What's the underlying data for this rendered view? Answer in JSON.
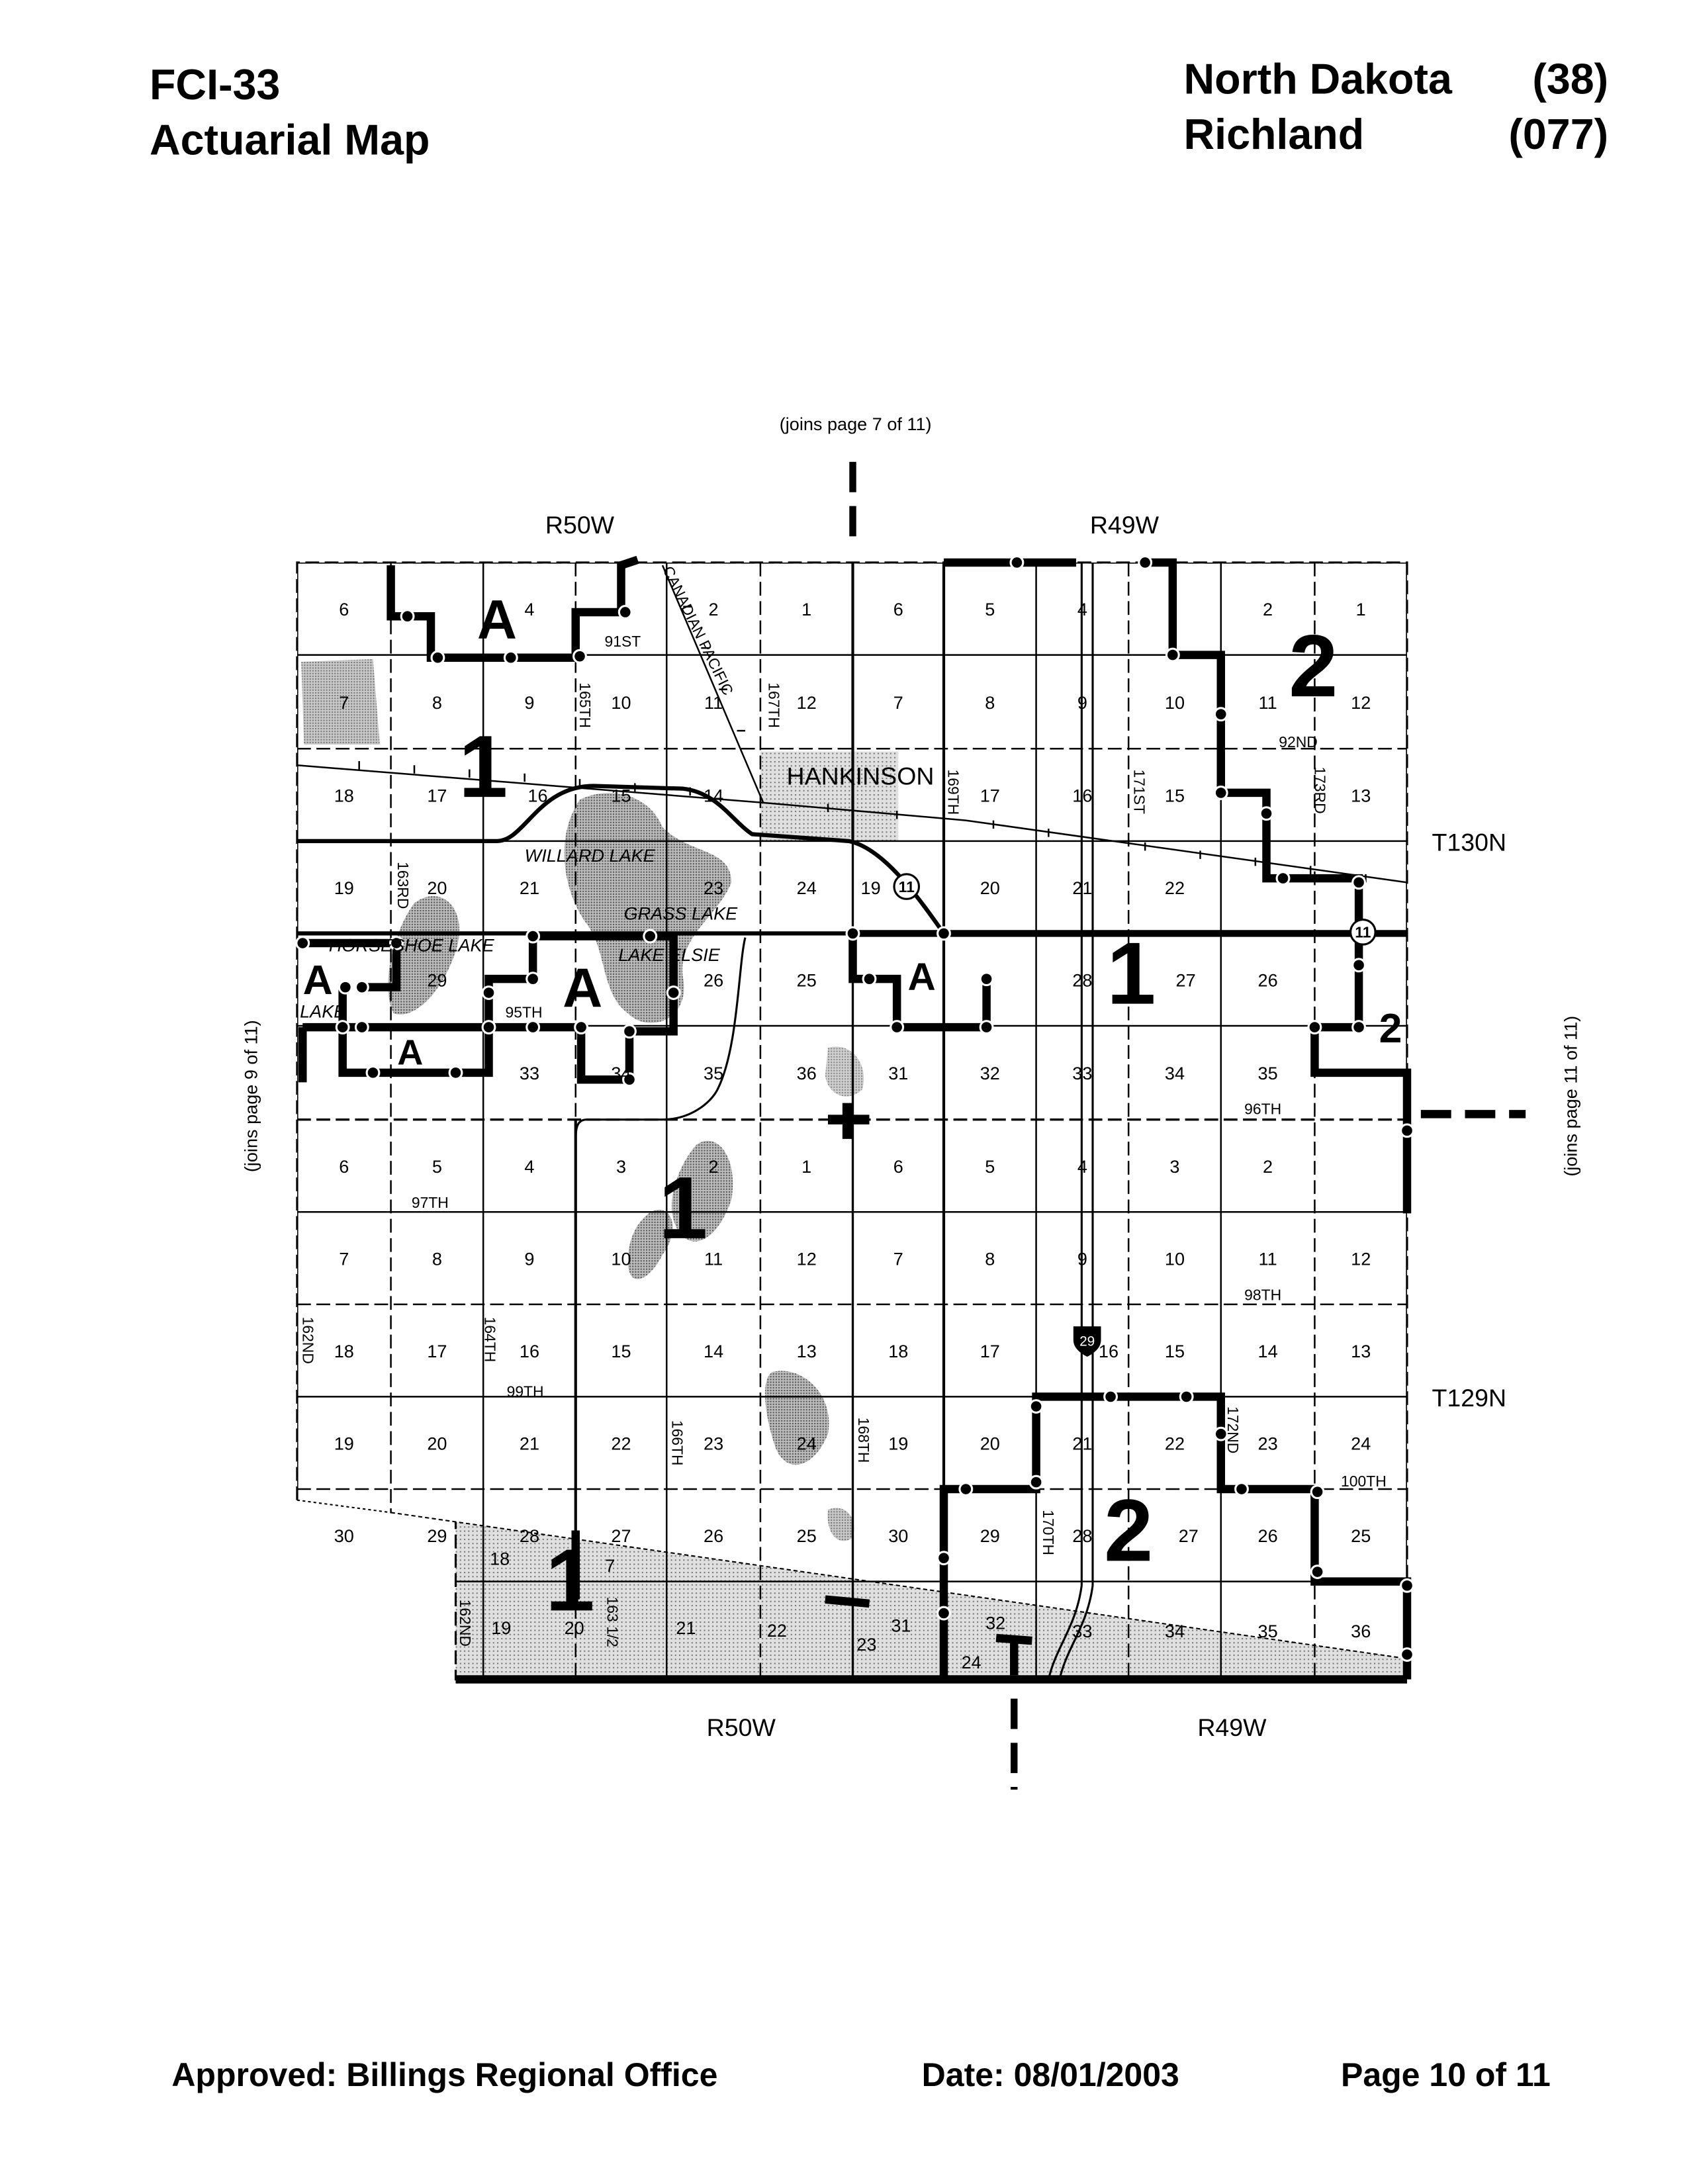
{
  "header": {
    "form_id": "FCI-33",
    "map_type": "Actuarial Map",
    "state": "North Dakota",
    "state_code": "(38)",
    "county": "Richland",
    "county_code": "(077)"
  },
  "joins": {
    "top": "(joins page 7 of 11)",
    "left": "(joins page 9 of 11)",
    "right": "(joins page 11 of 11)"
  },
  "ranges": {
    "top_left": "R50W",
    "top_right": "R49W",
    "bottom_left": "R50W",
    "bottom_right": "R49W"
  },
  "townships": {
    "north": "T130N",
    "south": "T129N"
  },
  "sections": [
    [
      "6",
      "",
      "4",
      "",
      "2",
      "1",
      "6",
      "5",
      "4",
      "",
      "2",
      "1"
    ],
    [
      "7",
      "8",
      "9",
      "10",
      "11",
      "12",
      "7",
      "8",
      "9",
      "10",
      "11",
      "12"
    ],
    [
      "18",
      "17",
      "16",
      "15",
      "14",
      "",
      "",
      "17",
      "16",
      "15",
      "",
      "13"
    ],
    [
      "19",
      "20",
      "21",
      "",
      "23",
      "24",
      "19",
      "20",
      "21",
      "22",
      "",
      ""
    ],
    [
      "",
      "29",
      "",
      "",
      "26",
      "25",
      "",
      "",
      "28",
      "27",
      "26",
      ""
    ],
    [
      "",
      "",
      "33",
      "34",
      "35",
      "36",
      "31",
      "32",
      "33",
      "34",
      "35",
      ""
    ],
    [
      "6",
      "5",
      "4",
      "3",
      "2",
      "1",
      "6",
      "5",
      "4",
      "3",
      "2",
      ""
    ],
    [
      "7",
      "8",
      "9",
      "10",
      "11",
      "12",
      "7",
      "8",
      "9",
      "10",
      "11",
      "12"
    ],
    [
      "18",
      "17",
      "16",
      "15",
      "14",
      "13",
      "18",
      "17",
      "16",
      "15",
      "14",
      "13"
    ],
    [
      "19",
      "20",
      "21",
      "22",
      "23",
      "24",
      "19",
      "20",
      "21",
      "22",
      "23",
      "24"
    ],
    [
      "30",
      "29",
      "28",
      "27",
      "26",
      "25",
      "30",
      "29",
      "28",
      "27",
      "26",
      "25"
    ],
    [
      "",
      "",
      "",
      "",
      "",
      "",
      "31",
      "32",
      "33",
      "34",
      "35",
      "36"
    ]
  ],
  "south_sections": [
    "18",
    "7",
    "19",
    "20",
    "21",
    "22",
    "23",
    "24"
  ],
  "roads": {
    "r91st": "91ST",
    "r165th": "165TH",
    "r167th": "167TH",
    "r169th": "169TH",
    "r171st": "171ST",
    "r92nd": "92ND",
    "r173rd": "173RD",
    "r163rd": "163RD",
    "r95th": "95TH",
    "r96th": "96TH",
    "r97th": "97TH",
    "r98th": "98TH",
    "r162nd": "162ND",
    "r164th": "164TH",
    "r99th": "99TH",
    "r166th": "166TH",
    "r168th": "168TH",
    "r172nd": "172ND",
    "r100th": "100TH",
    "r170th": "170TH",
    "r162nd_s": "162ND",
    "r163half": "163 1/2"
  },
  "railroad": "CANADIAN PACIFIC",
  "town": "HANKINSON",
  "lakes": {
    "willard": "WILLARD LAKE",
    "grass": "GRASS LAKE",
    "horseshoe": "HORSESHOE LAKE",
    "elsie": "LAKE ELSIE",
    "lake": "LAKE"
  },
  "shields": {
    "nd11_a": "11",
    "nd11_b": "11",
    "i29": "29"
  },
  "rate_areas": {
    "a": "A",
    "one": "1",
    "two": "2"
  },
  "footer": {
    "approved": "Approved:  Billings Regional Office",
    "date": "Date:  08/01/2003",
    "page": "Page 10 of 11"
  },
  "colors": {
    "ink": "#000000",
    "water": "#9a9a9a",
    "shade": "#c8c8c8"
  }
}
